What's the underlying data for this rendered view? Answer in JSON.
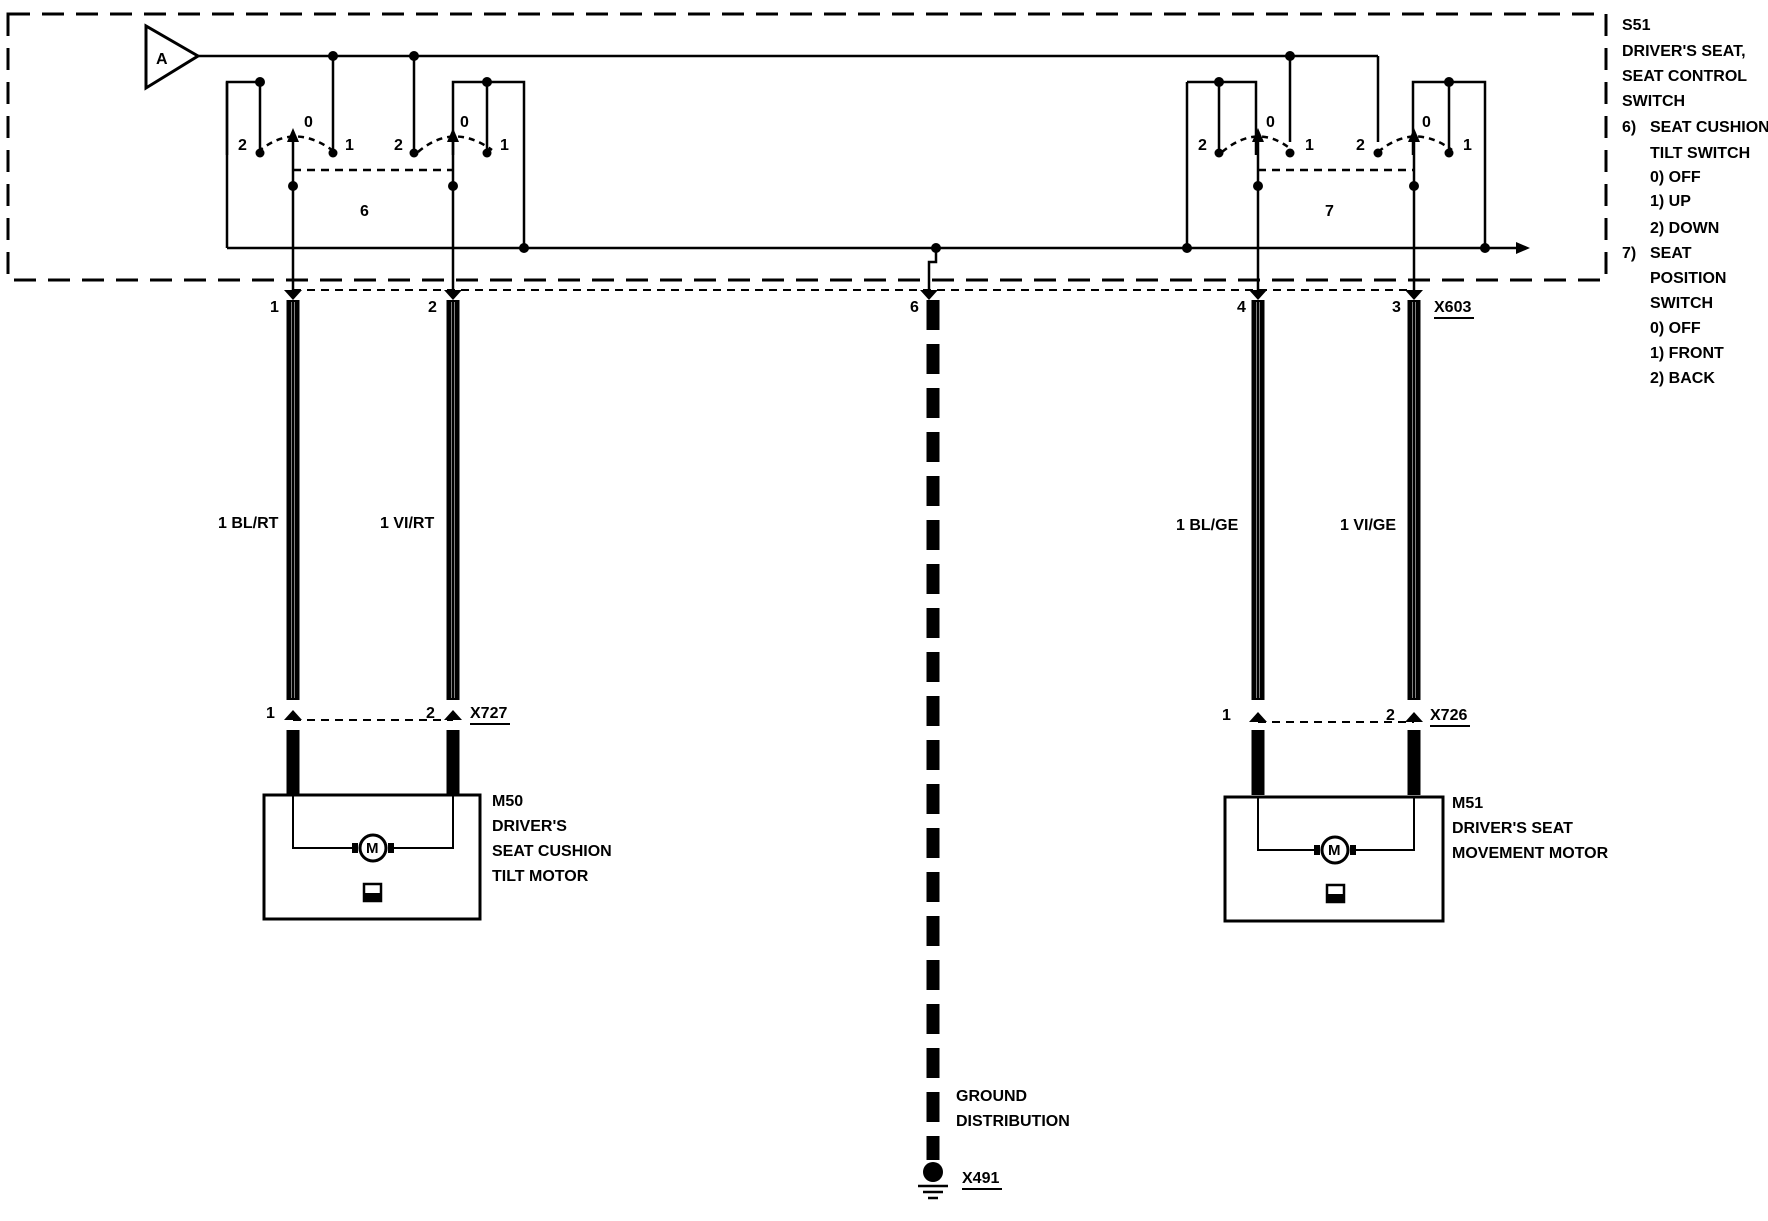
{
  "switch_block": {
    "id": "S51",
    "lines": [
      "DRIVER'S SEAT,",
      "SEAT CONTROL",
      "SWITCH"
    ],
    "items": [
      {
        "num": "6)",
        "lines": [
          "SEAT CUSHION",
          "TILT SWITCH",
          "0) OFF",
          "1) UP",
          "2) DOWN"
        ]
      },
      {
        "num": "7)",
        "lines": [
          "SEAT",
          "POSITION",
          "SWITCH",
          "0) OFF",
          "1) FRONT",
          "2) BACK"
        ]
      }
    ],
    "connector_top": "A",
    "switch_6_label": "6",
    "switch_7_label": "7",
    "contact_labels": {
      "off": "0",
      "up": "1",
      "down": "2"
    }
  },
  "connector_x603": {
    "id": "X603",
    "pins": [
      "1",
      "2",
      "6",
      "4",
      "3"
    ]
  },
  "wires": [
    {
      "label": "1 BL/RT"
    },
    {
      "label": "1 VI/RT"
    },
    {
      "label": "1 BL/GE"
    },
    {
      "label": "1 VI/GE"
    }
  ],
  "connector_x727": {
    "id": "X727",
    "pins": [
      "1",
      "2"
    ]
  },
  "connector_x726": {
    "id": "X726",
    "pins": [
      "1",
      "2"
    ]
  },
  "motor_m50": {
    "id": "M50",
    "lines": [
      "DRIVER'S",
      "SEAT CUSHION",
      "TILT MOTOR"
    ],
    "symbol": "M"
  },
  "motor_m51": {
    "id": "M51",
    "lines": [
      "DRIVER'S SEAT",
      "MOVEMENT MOTOR"
    ],
    "symbol": "M"
  },
  "ground": {
    "lines": [
      "GROUND",
      "DISTRIBUTION"
    ],
    "id": "X491"
  }
}
